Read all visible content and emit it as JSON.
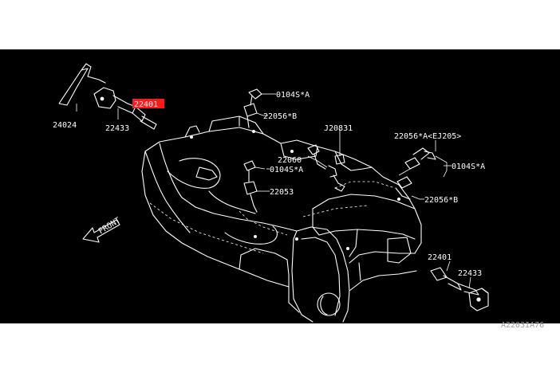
{
  "diagram": {
    "background": "#000000",
    "line_color": "#ffffff",
    "highlight_color": "#ff1a1a",
    "labels": {
      "p24024": "24024",
      "p22433_left": "22433",
      "p22401_left": "22401",
      "p0104s_a_top": "0104S*A",
      "p22056_b_top": "22056*B",
      "pj20831": "J20831",
      "p22060": "22060",
      "p0104s_a_mid": "0104S*A",
      "p22053": "22053",
      "p22056_a_ej205": "22056*A<EJ205>",
      "p0104s_a_right": "0104S*A",
      "p22056_b_right": "22056*B",
      "p22401_right": "22401",
      "p22433_right": "22433",
      "front": "FRONT",
      "footer_code": "A2203IA76"
    }
  }
}
